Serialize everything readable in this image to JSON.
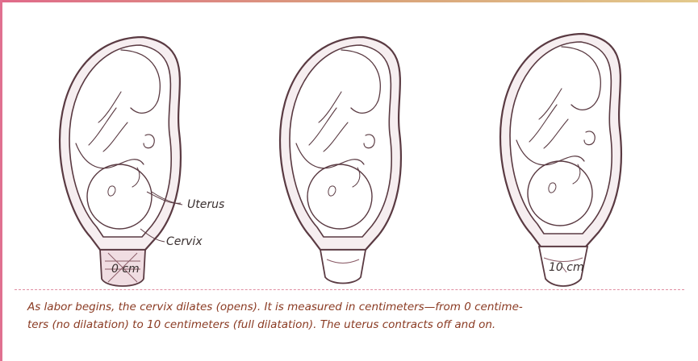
{
  "diagram": {
    "labels": {
      "uterus": "Uterus",
      "cervix": "Cervix",
      "stage_start": "0 cm",
      "stage_end": "10 cm"
    },
    "caption": {
      "line1": "As labor begins, the cervix dilates (opens). It is measured in centimeters—from 0 centime-",
      "line2": "ters (no dilatation) to 10 centimeters (full dilatation). The uterus contracts off and on."
    },
    "colors": {
      "outline": "#5a3a42",
      "wall_fill": "#f6eef0",
      "border_pink": "#e07090",
      "caption_text": "#8a3a22"
    }
  }
}
